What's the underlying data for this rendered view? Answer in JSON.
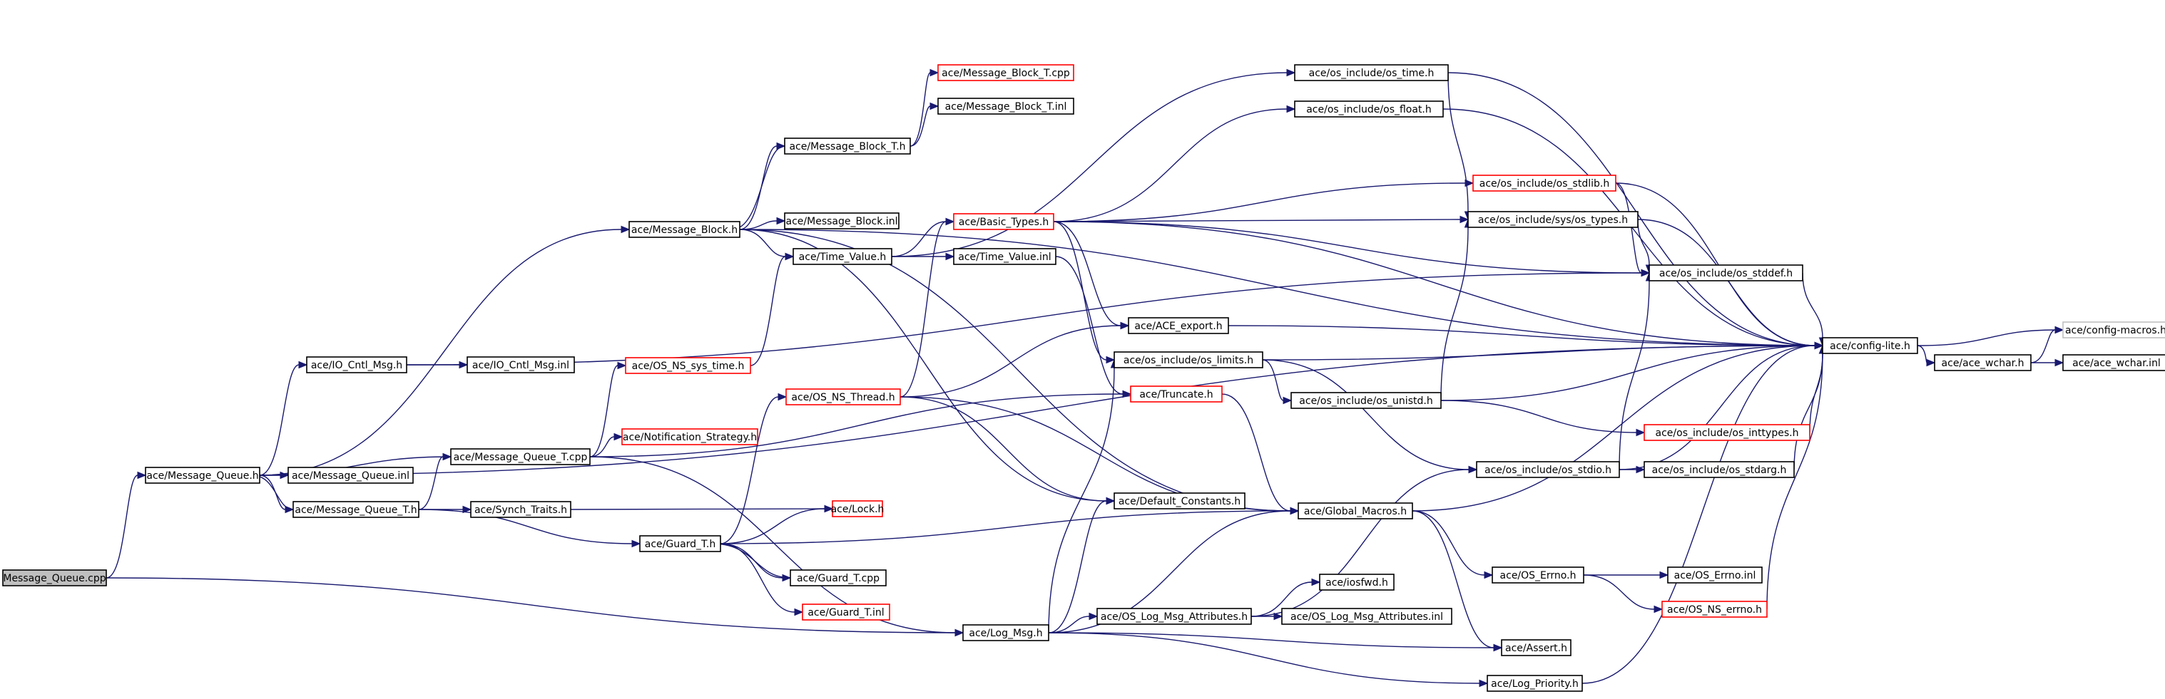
{
  "colors": {
    "edge": "#191970",
    "node_border_normal": "#000000",
    "node_border_truncated": "#ff0000",
    "node_border_external": "#bfbfbf",
    "root_fill": "#bfbfbf",
    "node_fill": "#ffffff"
  },
  "nodes": [
    {
      "id": "root",
      "label": "Message_Queue.cpp",
      "style": "root"
    },
    {
      "id": "mq_h",
      "label": "ace/Message_Queue.h",
      "style": "normal"
    },
    {
      "id": "mq_inl",
      "label": "ace/Message_Queue.inl",
      "style": "normal"
    },
    {
      "id": "mqt_h",
      "label": "ace/Message_Queue_T.h",
      "style": "normal"
    },
    {
      "id": "mqt_cpp",
      "label": "ace/Message_Queue_T.cpp",
      "style": "normal"
    },
    {
      "id": "ioc_h",
      "label": "ace/IO_Cntl_Msg.h",
      "style": "normal"
    },
    {
      "id": "ioc_inl",
      "label": "ace/IO_Cntl_Msg.inl",
      "style": "normal"
    },
    {
      "id": "mb_h",
      "label": "ace/Message_Block.h",
      "style": "normal"
    },
    {
      "id": "mb_inl",
      "label": "ace/Message_Block.inl",
      "style": "normal"
    },
    {
      "id": "mbt_h",
      "label": "ace/Message_Block_T.h",
      "style": "normal"
    },
    {
      "id": "mbt_cpp",
      "label": "ace/Message_Block_T.cpp",
      "style": "truncated"
    },
    {
      "id": "mbt_inl",
      "label": "ace/Message_Block_T.inl",
      "style": "normal"
    },
    {
      "id": "tv_h",
      "label": "ace/Time_Value.h",
      "style": "normal"
    },
    {
      "id": "tv_inl",
      "label": "ace/Time_Value.inl",
      "style": "normal"
    },
    {
      "id": "bt_h",
      "label": "ace/Basic_Types.h",
      "style": "truncated"
    },
    {
      "id": "os_time",
      "label": "ace/os_include/os_time.h",
      "style": "normal"
    },
    {
      "id": "os_float",
      "label": "ace/os_include/os_float.h",
      "style": "normal"
    },
    {
      "id": "os_stdlib",
      "label": "ace/os_include/os_stdlib.h",
      "style": "truncated"
    },
    {
      "id": "os_systypes",
      "label": "ace/os_include/sys/os_types.h",
      "style": "normal"
    },
    {
      "id": "os_stddef",
      "label": "ace/os_include/os_stddef.h",
      "style": "normal"
    },
    {
      "id": "config_lite",
      "label": "ace/config-lite.h",
      "style": "normal"
    },
    {
      "id": "config_macros",
      "label": "ace/config-macros.h",
      "style": "external"
    },
    {
      "id": "ace_wchar_h",
      "label": "ace/ace_wchar.h",
      "style": "normal"
    },
    {
      "id": "ace_wchar_inl",
      "label": "ace/ace_wchar.inl",
      "style": "normal"
    },
    {
      "id": "ace_export",
      "label": "ace/ACE_export.h",
      "style": "normal"
    },
    {
      "id": "os_limits",
      "label": "ace/os_include/os_limits.h",
      "style": "normal"
    },
    {
      "id": "os_unistd",
      "label": "ace/os_include/os_unistd.h",
      "style": "normal"
    },
    {
      "id": "os_inttypes",
      "label": "ace/os_include/os_inttypes.h",
      "style": "truncated"
    },
    {
      "id": "os_stdio",
      "label": "ace/os_include/os_stdio.h",
      "style": "normal"
    },
    {
      "id": "os_stdarg",
      "label": "ace/os_include/os_stdarg.h",
      "style": "normal"
    },
    {
      "id": "truncate",
      "label": "ace/Truncate.h",
      "style": "truncated"
    },
    {
      "id": "ns_sys_time",
      "label": "ace/OS_NS_sys_time.h",
      "style": "truncated"
    },
    {
      "id": "ns_thread",
      "label": "ace/OS_NS_Thread.h",
      "style": "truncated"
    },
    {
      "id": "notif",
      "label": "ace/Notification_Strategy.h",
      "style": "truncated"
    },
    {
      "id": "synch",
      "label": "ace/Synch_Traits.h",
      "style": "normal"
    },
    {
      "id": "lock",
      "label": "ace/Lock.h",
      "style": "truncated"
    },
    {
      "id": "guardt_h",
      "label": "ace/Guard_T.h",
      "style": "normal"
    },
    {
      "id": "guardt_cpp",
      "label": "ace/Guard_T.cpp",
      "style": "normal"
    },
    {
      "id": "guardt_inl",
      "label": "ace/Guard_T.inl",
      "style": "truncated"
    },
    {
      "id": "default_c",
      "label": "ace/Default_Constants.h",
      "style": "normal"
    },
    {
      "id": "global_m",
      "label": "ace/Global_Macros.h",
      "style": "normal"
    },
    {
      "id": "os_errno",
      "label": "ace/OS_Errno.h",
      "style": "normal"
    },
    {
      "id": "os_errno_inl",
      "label": "ace/OS_Errno.inl",
      "style": "normal"
    },
    {
      "id": "ns_errno",
      "label": "ace/OS_NS_errno.h",
      "style": "truncated"
    },
    {
      "id": "iosfwd",
      "label": "ace/iosfwd.h",
      "style": "normal"
    },
    {
      "id": "log_attr",
      "label": "ace/OS_Log_Msg_Attributes.h",
      "style": "normal"
    },
    {
      "id": "log_attr_inl",
      "label": "ace/OS_Log_Msg_Attributes.inl",
      "style": "normal"
    },
    {
      "id": "log_msg",
      "label": "ace/Log_Msg.h",
      "style": "normal"
    },
    {
      "id": "assert",
      "label": "ace/Assert.h",
      "style": "normal"
    },
    {
      "id": "log_prio",
      "label": "ace/Log_Priority.h",
      "style": "normal"
    }
  ],
  "edges": [
    [
      "root",
      "mq_h"
    ],
    [
      "root",
      "log_msg"
    ],
    [
      "mq_h",
      "mq_inl"
    ],
    [
      "mq_h",
      "mqt_h"
    ],
    [
      "mq_h",
      "ioc_h"
    ],
    [
      "mq_h",
      "mb_h"
    ],
    [
      "mq_h",
      "config_lite"
    ],
    [
      "mqt_h",
      "mq_h"
    ],
    [
      "mqt_h",
      "mqt_cpp"
    ],
    [
      "mqt_h",
      "synch"
    ],
    [
      "mqt_h",
      "guardt_h"
    ],
    [
      "mqt_cpp",
      "mq_h"
    ],
    [
      "mqt_cpp",
      "notif"
    ],
    [
      "mqt_cpp",
      "ns_sys_time"
    ],
    [
      "mqt_cpp",
      "log_msg"
    ],
    [
      "mqt_cpp",
      "truncate"
    ],
    [
      "ioc_h",
      "ioc_inl"
    ],
    [
      "ioc_h",
      "os_stddef"
    ],
    [
      "mb_h",
      "mb_inl"
    ],
    [
      "mb_h",
      "mbt_h"
    ],
    [
      "mb_h",
      "tv_h"
    ],
    [
      "mb_h",
      "global_m"
    ],
    [
      "mb_h",
      "default_c"
    ],
    [
      "mb_h",
      "config_lite"
    ],
    [
      "mbt_h",
      "mbt_cpp"
    ],
    [
      "mbt_h",
      "mbt_inl"
    ],
    [
      "mbt_h",
      "mb_h"
    ],
    [
      "tv_h",
      "tv_inl"
    ],
    [
      "tv_h",
      "bt_h"
    ],
    [
      "tv_h",
      "os_time"
    ],
    [
      "tv_inl",
      "truncate"
    ],
    [
      "bt_h",
      "os_limits"
    ],
    [
      "bt_h",
      "os_float"
    ],
    [
      "bt_h",
      "os_stdlib"
    ],
    [
      "bt_h",
      "os_systypes"
    ],
    [
      "bt_h",
      "os_stddef"
    ],
    [
      "bt_h",
      "config_lite"
    ],
    [
      "bt_h",
      "ace_export"
    ],
    [
      "os_time",
      "config_lite"
    ],
    [
      "os_time",
      "os_systypes"
    ],
    [
      "os_float",
      "config_lite"
    ],
    [
      "os_stdlib",
      "config_lite"
    ],
    [
      "os_stdlib",
      "os_stddef"
    ],
    [
      "os_systypes",
      "config_lite"
    ],
    [
      "os_systypes",
      "os_stddef"
    ],
    [
      "os_stddef",
      "config_lite"
    ],
    [
      "config_lite",
      "config_macros"
    ],
    [
      "config_lite",
      "ace_wchar_h"
    ],
    [
      "ace_wchar_h",
      "config_macros"
    ],
    [
      "ace_wchar_h",
      "ace_wchar_inl"
    ],
    [
      "ace_export",
      "config_lite"
    ],
    [
      "os_limits",
      "config_lite"
    ],
    [
      "os_limits",
      "os_unistd"
    ],
    [
      "os_limits",
      "os_stdio"
    ],
    [
      "os_unistd",
      "config_lite"
    ],
    [
      "os_unistd",
      "os_systypes"
    ],
    [
      "os_unistd",
      "os_inttypes"
    ],
    [
      "os_inttypes",
      "config_lite"
    ],
    [
      "os_stdio",
      "os_stdarg"
    ],
    [
      "os_stdio",
      "os_stddef"
    ],
    [
      "os_stdio",
      "config_lite"
    ],
    [
      "os_stdarg",
      "config_lite"
    ],
    [
      "truncate",
      "global_m"
    ],
    [
      "ns_sys_time",
      "tv_h"
    ],
    [
      "ns_thread",
      "bt_h"
    ],
    [
      "ns_thread",
      "ace_export"
    ],
    [
      "ns_thread",
      "default_c"
    ],
    [
      "ns_thread",
      "global_m"
    ],
    [
      "synch",
      "lock"
    ],
    [
      "guardt_h",
      "lock"
    ],
    [
      "guardt_h",
      "guardt_cpp"
    ],
    [
      "guardt_h",
      "guardt_inl"
    ],
    [
      "guardt_h",
      "ns_thread"
    ],
    [
      "guardt_h",
      "global_m"
    ],
    [
      "guardt_cpp",
      "guardt_h"
    ],
    [
      "global_m",
      "config_lite"
    ],
    [
      "global_m",
      "os_errno"
    ],
    [
      "global_m",
      "assert"
    ],
    [
      "os_errno",
      "os_errno_inl"
    ],
    [
      "os_errno",
      "ns_errno"
    ],
    [
      "ns_errno",
      "config_lite"
    ],
    [
      "log_msg",
      "log_attr"
    ],
    [
      "log_msg",
      "log_prio"
    ],
    [
      "log_msg",
      "assert"
    ],
    [
      "log_msg",
      "default_c"
    ],
    [
      "log_msg",
      "global_m"
    ],
    [
      "log_msg",
      "os_limits"
    ],
    [
      "log_attr",
      "log_attr_inl"
    ],
    [
      "log_attr",
      "iosfwd"
    ],
    [
      "log_attr",
      "os_stdio"
    ],
    [
      "log_prio",
      "config_lite"
    ]
  ]
}
